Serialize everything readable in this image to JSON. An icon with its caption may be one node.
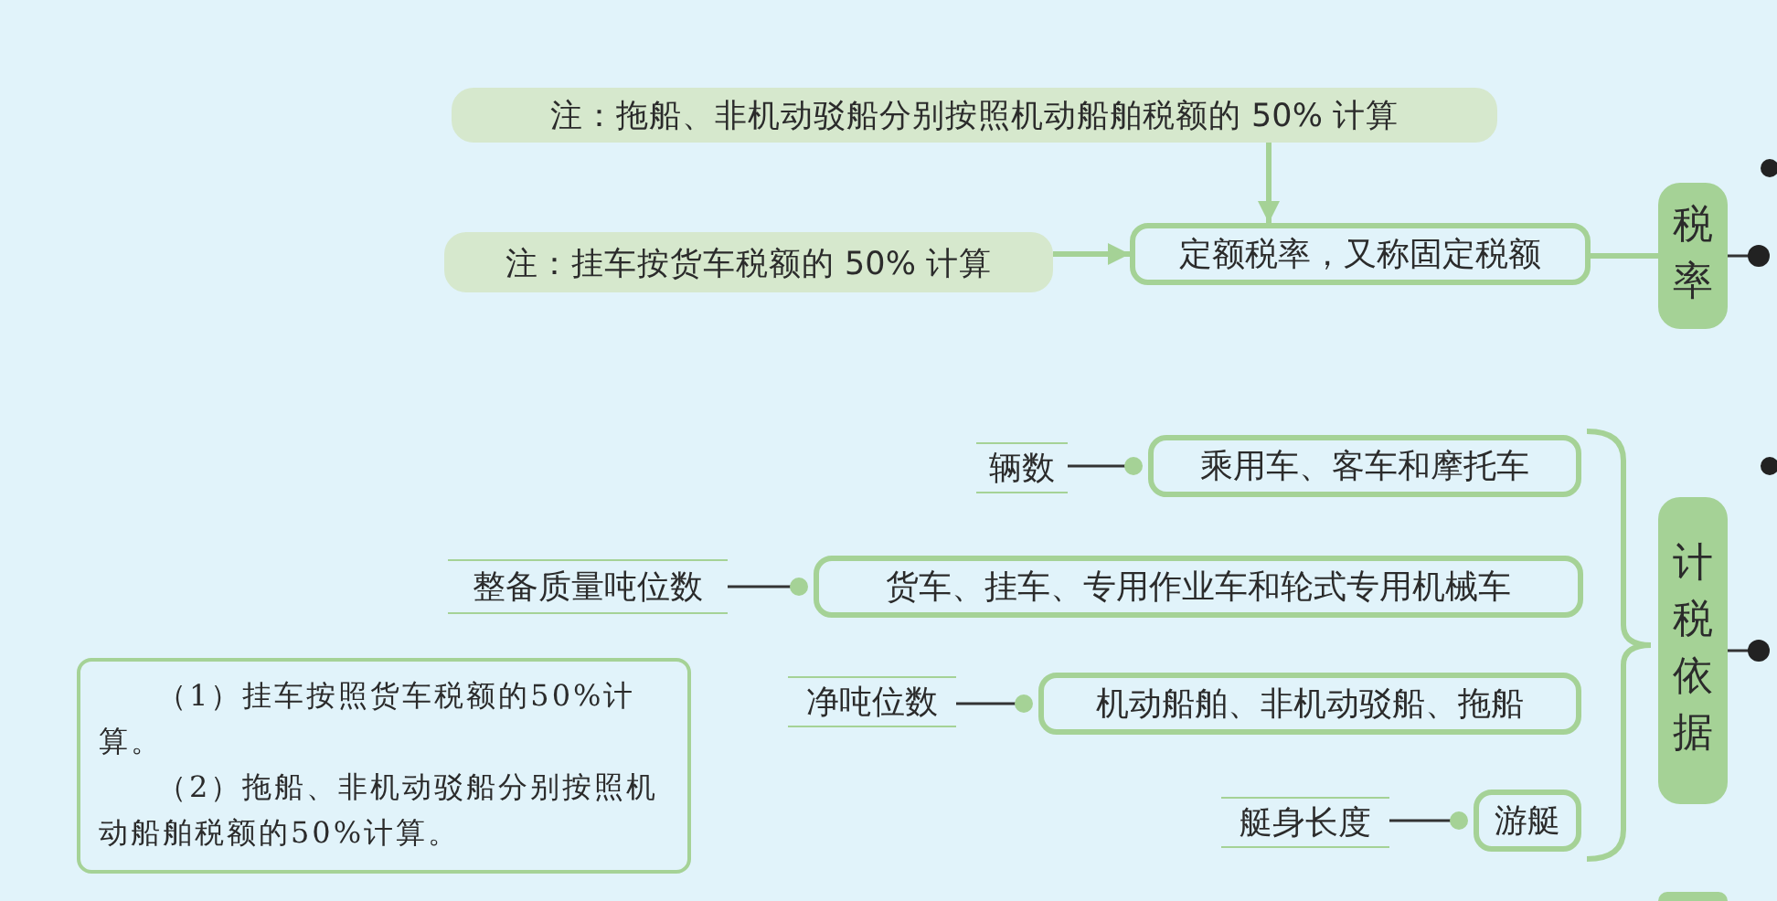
{
  "diagram": {
    "nodes": [
      {
        "text": [
          "注：拖船、非机动驳船分别按照机动船舶税额的 50% 计算"
        ]
      },
      {
        "text": [
          "注：挂车按货车税额的 50% 计算"
        ]
      },
      {
        "text": [
          "定额税率，又称固定税额"
        ]
      },
      {
        "text": [
          "税率"
        ]
      },
      {
        "text": [
          "乘用车、客车和摩托车"
        ]
      },
      {
        "text": [
          "辆数"
        ]
      },
      {
        "text": [
          "货车、挂车、专用作业车和轮式专用机械车"
        ]
      },
      {
        "text": [
          "整备质量吨位数"
        ]
      },
      {
        "text": [
          "机动船舶、非机动驳船、拖船"
        ]
      },
      {
        "text": [
          "净吨位数"
        ]
      },
      {
        "text": [
          "游艇"
        ]
      },
      {
        "text": [
          "艇身长度"
        ]
      },
      {
        "text": [
          "计税依据"
        ]
      },
      {
        "text": [
          "（1）挂车按照货车税额的50%计算。",
          "（2）拖船、非机动驳船分别按照机动船舶税额的50%计算。"
        ]
      },
      {
        "text": [],
        "shape": "box"
      }
    ],
    "edges": [
      {
        "from": 0,
        "to": 2,
        "arrow": "to",
        "color": "#a5d296"
      },
      {
        "from": 1,
        "to": 2,
        "arrow": "to",
        "color": "#a5d296"
      },
      {
        "from": 2,
        "to": 3,
        "arrow": "none",
        "color": "#a5d296"
      },
      {
        "from": 3,
        "to": null,
        "arrow": "other"
      },
      {
        "from": 5,
        "to": 4,
        "arrow": "other"
      },
      {
        "from": 7,
        "to": 6,
        "arrow": "other"
      },
      {
        "from": 9,
        "to": 8,
        "arrow": "other"
      },
      {
        "from": 11,
        "to": 10,
        "arrow": "other"
      },
      {
        "from": 12,
        "to": null,
        "arrow": "other"
      }
    ]
  }
}
